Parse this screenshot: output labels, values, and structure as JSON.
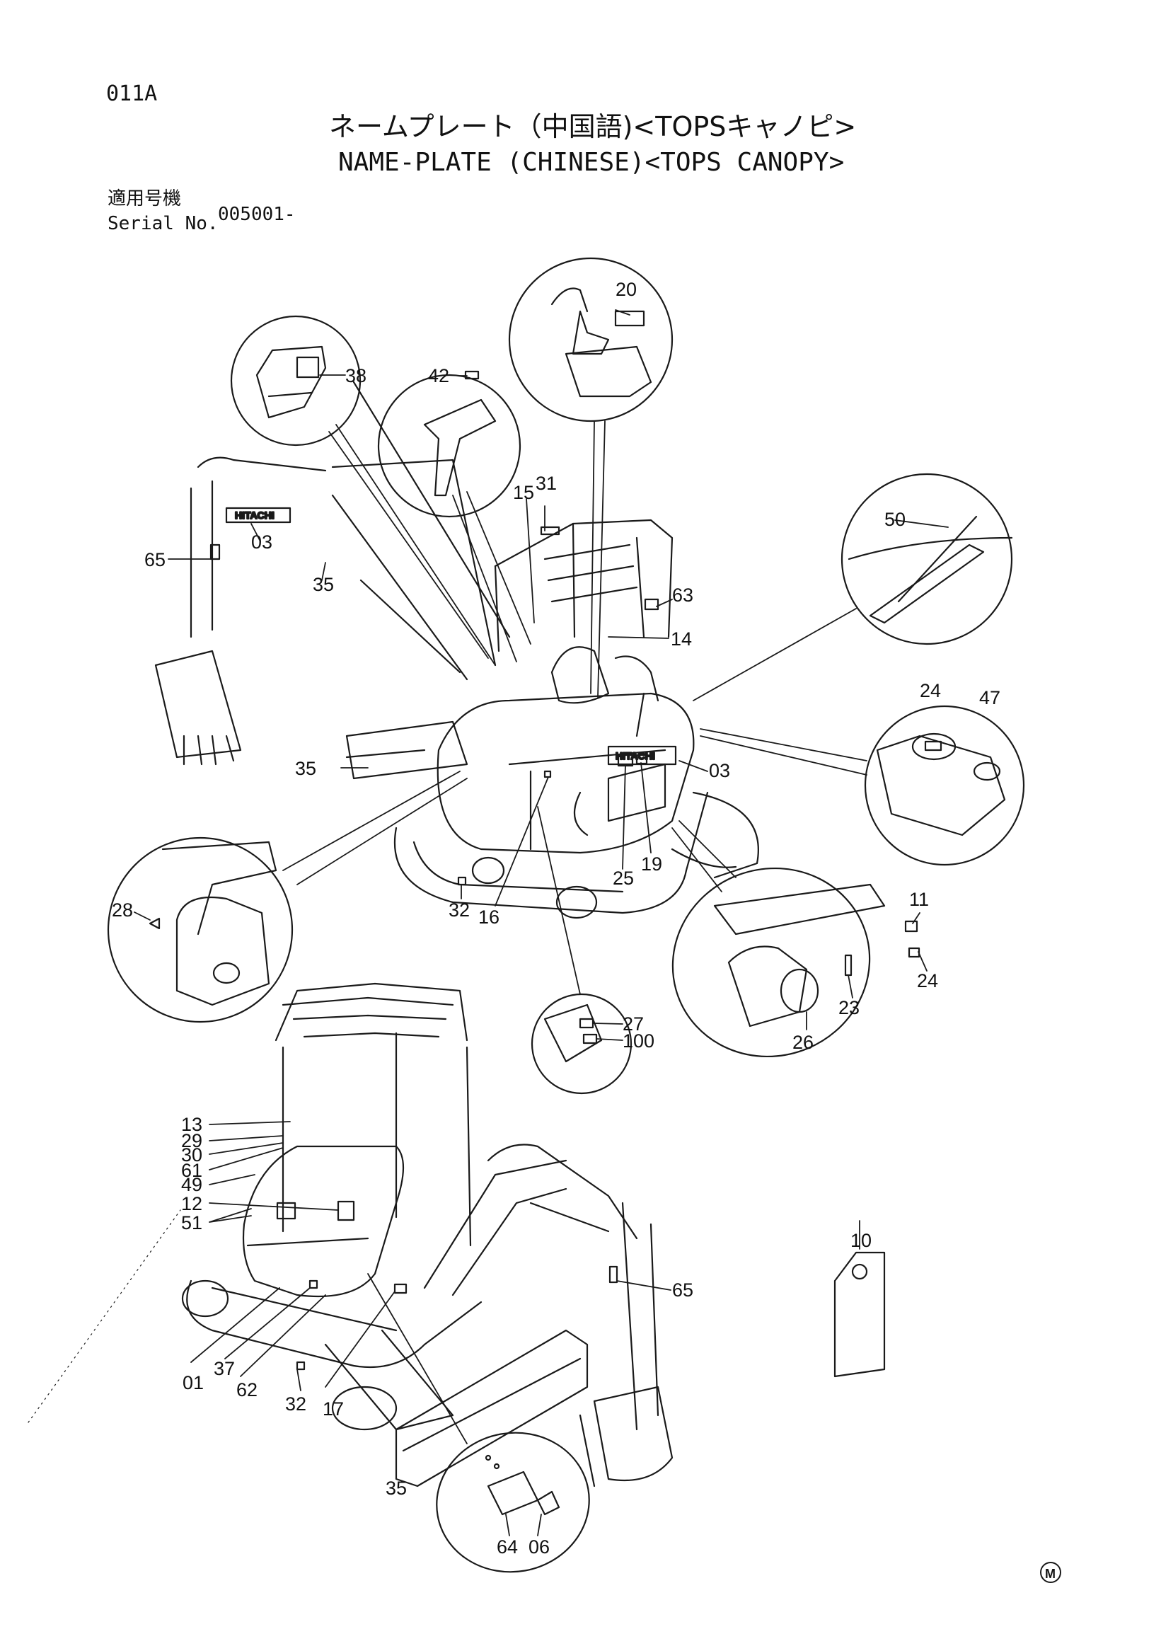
{
  "header": {
    "page_code": "011A",
    "title_jp": "ネームプレート（中国語)<TOPSキャノピ>",
    "title_en": "NAME-PLATE (CHINESE)<TOPS CANOPY>",
    "serial_label_jp": "適用号機",
    "serial_label_en": "Serial No.",
    "serial_value": "005001-"
  },
  "brand_text": "HITACHI",
  "footer_mark": "M",
  "callouts": [
    "01",
    "03",
    "06",
    "10",
    "11",
    "12",
    "13",
    "14",
    "15",
    "16",
    "17",
    "19",
    "20",
    "23",
    "24",
    "25",
    "26",
    "27",
    "28",
    "29",
    "30",
    "31",
    "32",
    "35",
    "37",
    "38",
    "42",
    "47",
    "49",
    "50",
    "51",
    "61",
    "62",
    "63",
    "64",
    "65",
    "100"
  ],
  "labels": {
    "c20": "20",
    "c38": "38",
    "c42": "42",
    "c15": "15",
    "c31": "31",
    "c65a": "65",
    "c03a": "03",
    "c35a": "35",
    "c63": "63",
    "c14": "14",
    "c50": "50",
    "c24a": "24",
    "c47": "47",
    "c35b": "35",
    "c03b": "03",
    "c28": "28",
    "c25": "25",
    "c19": "19",
    "c32a": "32",
    "c16": "16",
    "c11": "11",
    "c24b": "24",
    "c23": "23",
    "c26": "26",
    "c27": "27",
    "c100": "100",
    "c13": "13",
    "c29": "29",
    "c30": "30",
    "c61": "61",
    "c49": "49",
    "c12": "12",
    "c51": "51",
    "c10": "10",
    "c65b": "65",
    "c01": "01",
    "c37": "37",
    "c62": "62",
    "c32b": "32",
    "c17": "17",
    "c35c": "35",
    "c64": "64",
    "c06": "06"
  }
}
